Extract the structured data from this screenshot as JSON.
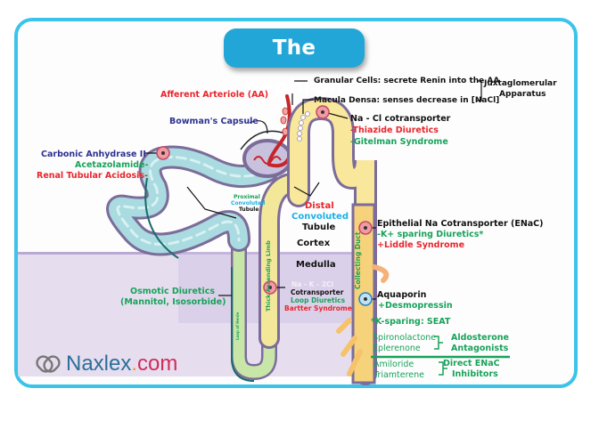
{
  "title": "The nephron",
  "colors": {
    "frame": "#3cc3ea",
    "title_bg": "#22a6d8",
    "red": "#e8262b",
    "green": "#18a25a",
    "navy": "#2e3192",
    "blue": "#1ab0e8",
    "pct": "#a9dbe0",
    "dct": "#f9e79b",
    "medulla": "#d9cfe8"
  },
  "labels": {
    "afferent_arteriole": "Afferent Arteriole (AA)",
    "granular_cells": "Granular Cells: secrete Renin into the AA",
    "macula_densa": "Macula Densa: senses decrease in [NaCl]",
    "jga_line1": "Juxtaglomerular",
    "jga_line2": "Apparatus",
    "bowmans_capsule": "Bowman's Capsule",
    "na_cl": "Na - Cl cotransporter",
    "thiazide": "-Thiazide Diuretics",
    "gitelman": "-Gitelman Syndrome",
    "carbonic_anhydrase": "Carbonic Anhydrase II",
    "acetazolamide": "Acetazolamide-",
    "rta": "Renal Tubular Acidosis-",
    "pct_line1": "Proximal",
    "pct_line2": "Convoluted",
    "pct_line3": "Tubule",
    "dct_line1": "Distal",
    "dct_line2": "Convoluted",
    "dct_line3": "Tubule",
    "cortex": "Cortex",
    "medulla": "Medulla",
    "enac": "Epithelial Na Cotransporter (ENaC)",
    "k_sparing": "-K+ sparing Diuretics*",
    "liddle": "+Liddle Syndrome",
    "nkcc_line1": "Na - K - 2Cl",
    "nkcc_line2": "Cotransporter",
    "loop_diuretics": "Loop Diuretics",
    "bartter": "Bartter Syndrome",
    "thick_ascending": "Thick Ascending Limb",
    "loop_of_henle": "Loop of Henle",
    "collecting_duct": "Collecting Duct",
    "osmotic_line1": "Osmotic Diuretics",
    "osmotic_line2": "(Mannitol, Isosorbide)",
    "aquaporin": "Aquaporin",
    "desmopressin": "+Desmopressin",
    "seat": "*K-sparing: SEAT",
    "spironolactone": "Spironolactone",
    "eplerenone": "Eplerenone",
    "aldo_line1": "Aldosterone",
    "aldo_line2": "Antagonists",
    "amiloride": "Amiloride",
    "triamterene": "Triamterene",
    "enac_inh_line1": "Direct ENaC",
    "enac_inh_line2": "Inhibitors"
  },
  "logo": {
    "name": "Naxlex",
    "dot": ".",
    "tld": "com",
    "icon": "naxlex-logo-icon"
  }
}
